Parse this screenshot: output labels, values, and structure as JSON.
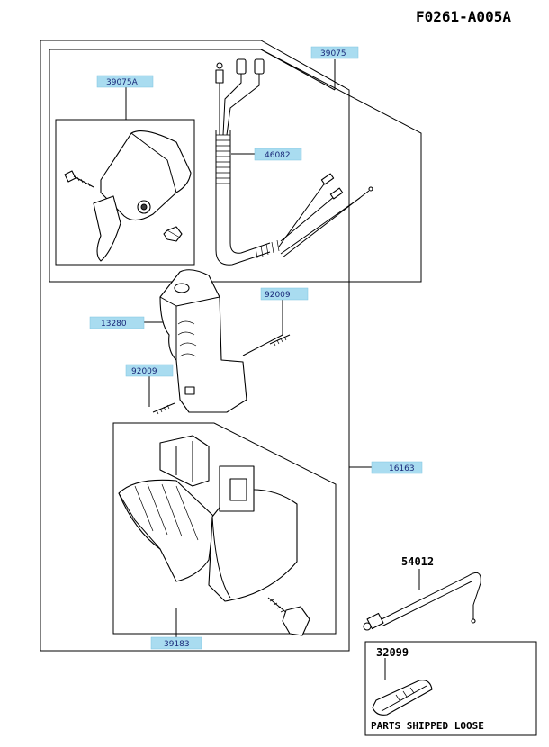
{
  "diagram": {
    "code": "F0261-A005A",
    "labels": {
      "p39075": "39075",
      "p39075A": "39075A",
      "p46082": "46082",
      "p92009a": "92009",
      "p13280": "13280",
      "p92009b": "92009",
      "p16163": "16163",
      "p39183": "39183",
      "p54012": "54012",
      "p32099": "32099"
    },
    "loose_note": "PARTS SHIPPED LOOSE",
    "colors": {
      "label_fill": "#a9dcf0",
      "label_text": "#1a2a7a",
      "line": "#000000"
    }
  }
}
